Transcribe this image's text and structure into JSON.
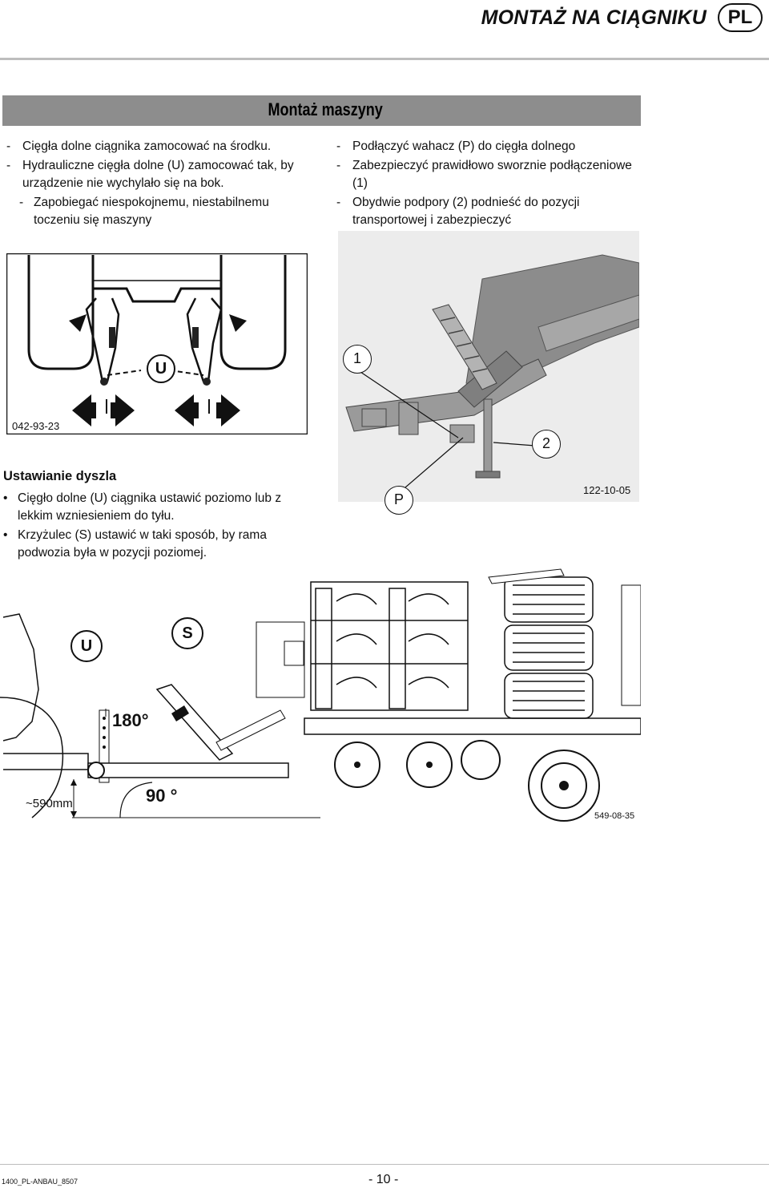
{
  "header": {
    "title": "MONTAŻ NA CIĄGNIKU",
    "lang": "PL"
  },
  "section": {
    "title": "Montaż maszyny"
  },
  "left_steps": [
    {
      "dash": "-",
      "text": "Cięgła dolne ciągnika zamocować na środku."
    },
    {
      "dash": "-",
      "text": "Hydrauliczne cięgła dolne (U) zamocować tak, by urządzenie nie wychylało się na bok."
    },
    {
      "dash": "-",
      "text": "Zapobiegać niespokojnemu, niestabilnemu toczeniu się maszyny"
    }
  ],
  "right_steps": [
    {
      "dash": "-",
      "text": "Podłączyć wahacz (P) do cięgła dolnego"
    },
    {
      "dash": "-",
      "text": "Zabezpieczyć prawidłowo sworznie podłączeniowe (1)"
    },
    {
      "dash": "-",
      "text": "Obydwie podpory (2) podnieść do pozycji transportowej i zabezpieczyć"
    }
  ],
  "figure_tractor": {
    "label_u": "U",
    "code": "042-93-23"
  },
  "figure_hitch": {
    "label_1": "1",
    "label_2": "2",
    "label_p": "P",
    "code": "122-10-05"
  },
  "figure_machine": {
    "label_u": "U",
    "label_s": "S",
    "angle_180": "180°",
    "angle_90": "90 °",
    "distance": "~590mm",
    "code": "549-08-35"
  },
  "adjust": {
    "heading": "Ustawianie dyszla",
    "bullets": [
      {
        "dot": "•",
        "text": "Cięgło dolne (U) ciągnika ustawić poziomo lub z lekkim wzniesieniem do tyłu."
      },
      {
        "dot": "•",
        "text": "Krzyżulec (S) ustawić w taki sposób, by rama podwozia była w pozycji poziomej."
      }
    ]
  },
  "footer": {
    "code": "1400_PL-ANBAU_8507",
    "page": "- 10 -"
  }
}
